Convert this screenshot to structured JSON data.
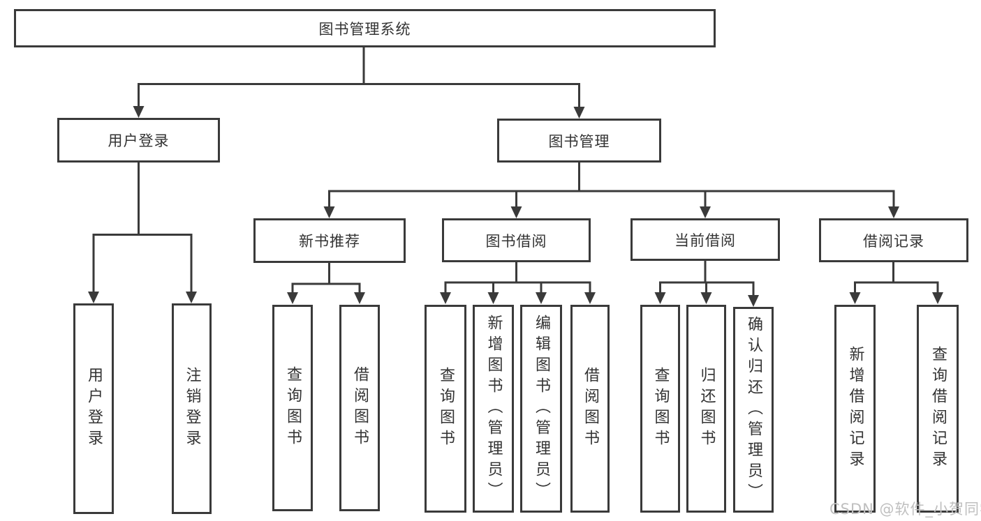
{
  "tree": {
    "label": "图书管理系统",
    "children": [
      {
        "label": "用户登录",
        "children": [
          {
            "label": "用户登录"
          },
          {
            "label": "注销登录"
          }
        ]
      },
      {
        "label": "图书管理",
        "children": [
          {
            "label": "新书推荐",
            "children": [
              {
                "label": "查询图书"
              },
              {
                "label": "借阅图书"
              }
            ]
          },
          {
            "label": "图书借阅",
            "children": [
              {
                "label": "查询图书"
              },
              {
                "label": "新增图书（管理员）"
              },
              {
                "label": "编辑图书（管理员）"
              },
              {
                "label": "借阅图书"
              }
            ]
          },
          {
            "label": "当前借阅",
            "children": [
              {
                "label": "查询图书"
              },
              {
                "label": "归还图书"
              },
              {
                "label": "确认归还（管理员）"
              }
            ]
          },
          {
            "label": "借阅记录",
            "children": [
              {
                "label": "新增借阅记录"
              },
              {
                "label": "查询借阅记录"
              }
            ]
          }
        ]
      }
    ]
  },
  "watermark": {
    "text": "CSDN @软件_小贺同学"
  },
  "colors": {
    "line": "#3a3a3a",
    "text": "#333333",
    "watermark": "#bfbfbf",
    "background": "#ffffff"
  }
}
